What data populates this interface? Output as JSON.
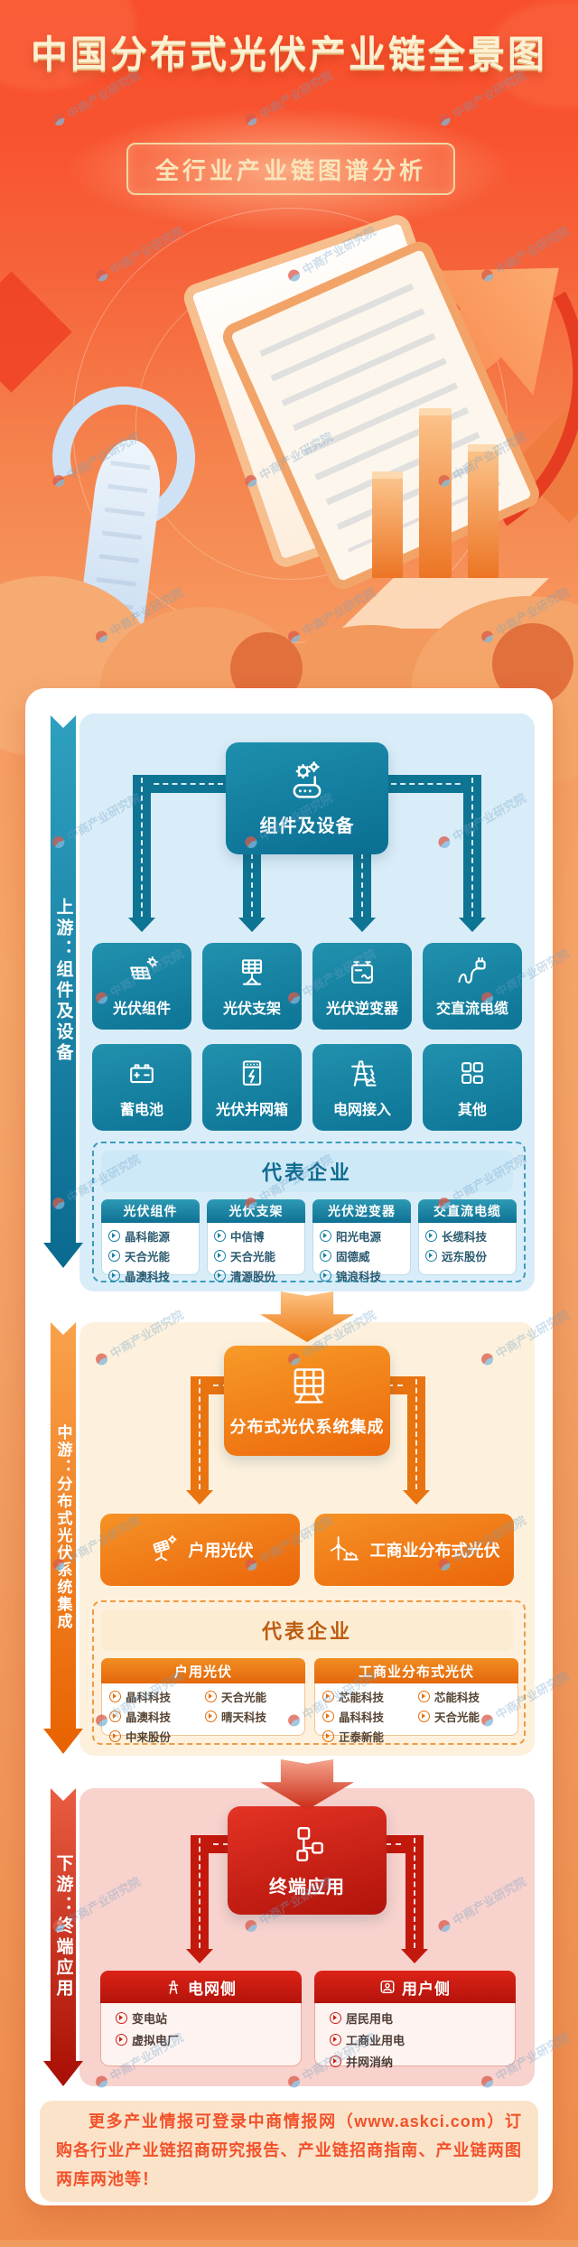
{
  "page_title": "中国分布式光伏产业链全景图",
  "badge": "全行业产业链图谱分析",
  "watermark": {
    "text": "中商产业研究院",
    "logo_icon": "pie-chart-logo-icon"
  },
  "accent_colors": {
    "upstream_teal": "#0e7493",
    "midstream_orange": "#e9730f",
    "downstream_red": "#c3180c",
    "footer_text": "#f2512a"
  },
  "sections": {
    "upstream": {
      "rail_label": "上游：组件及设备",
      "hub": {
        "label": "组件及设备",
        "icon": "gears-device-icon"
      },
      "nodes": [
        {
          "label": "光伏组件",
          "icon": "solar-module-sun-icon"
        },
        {
          "label": "光伏支架",
          "icon": "panel-mount-icon"
        },
        {
          "label": "光伏逆变器",
          "icon": "inverter-icon"
        },
        {
          "label": "交直流电缆",
          "icon": "cable-plug-icon"
        },
        {
          "label": "蓄电池",
          "icon": "battery-icon"
        },
        {
          "label": "光伏并网箱",
          "icon": "grid-connection-box-icon"
        },
        {
          "label": "电网接入",
          "icon": "power-tower-icon"
        },
        {
          "label": "其他",
          "icon": "four-squares-icon"
        }
      ],
      "rep_title": "代表企业",
      "rep_groups": [
        {
          "title": "光伏组件",
          "companies": [
            "晶科能源",
            "天合光能",
            "晶澳科技"
          ]
        },
        {
          "title": "光伏支架",
          "companies": [
            "中信博",
            "天合光能",
            "清源股份"
          ]
        },
        {
          "title": "光伏逆变器",
          "companies": [
            "阳光电源",
            "固德威",
            "锦浪科技"
          ]
        },
        {
          "title": "交直流电缆",
          "companies": [
            "长缆科技",
            "远东股份"
          ]
        }
      ]
    },
    "midstream": {
      "rail_label": "中游：分布式光伏系统集成",
      "hub": {
        "label": "分布式光伏系统集成",
        "icon": "solar-panel-icon"
      },
      "nodes": [
        {
          "label": "户用光伏",
          "icon": "rooftop-solar-icon"
        },
        {
          "label": "工商业分布式光伏",
          "icon": "wind-factory-icon"
        }
      ],
      "rep_title": "代表企业",
      "rep_groups": [
        {
          "title": "户用光伏",
          "col1": [
            "晶科科技",
            "晶澳科技",
            "中来股份"
          ],
          "col2": [
            "天合光能",
            "晴天科技"
          ]
        },
        {
          "title": "工商业分布式光伏",
          "col1": [
            "芯能科技",
            "晶科科技",
            "正泰新能"
          ],
          "col2": [
            "芯能科技",
            "天合光能"
          ]
        }
      ]
    },
    "downstream": {
      "rail_label": "下游：终端应用",
      "hub": {
        "label": "终端应用",
        "icon": "flowchart-icon"
      },
      "cards": [
        {
          "title": "电网侧",
          "icon": "transmission-tower-icon",
          "items": [
            "变电站",
            "虚拟电厂"
          ]
        },
        {
          "title": "用户侧",
          "icon": "user-screen-icon",
          "items": [
            "居民用电",
            "工商业用电",
            "并网消纳"
          ]
        }
      ]
    }
  },
  "footer": {
    "text": "更多产业情报可登录中商情报网（www.askci.com）订购各行业产业链招商研究报告、产业链招商指南、产业链两图两库两池等！"
  }
}
